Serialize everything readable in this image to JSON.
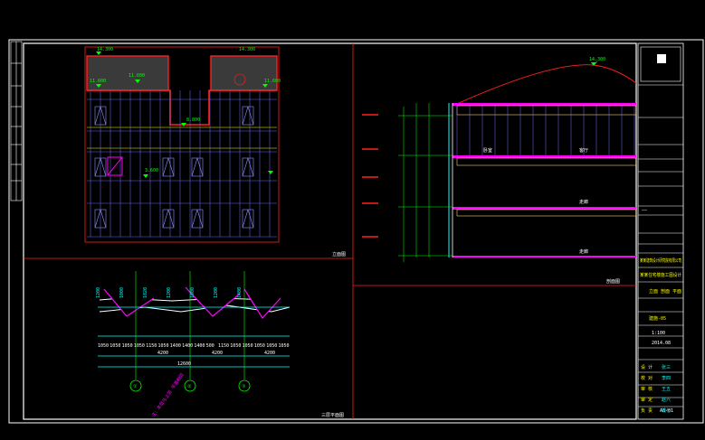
{
  "drawing": {
    "label_elevation": "立面图",
    "label_section": "剖面图",
    "label_plan": "三层平面图",
    "elev_marks": [
      "14.300",
      "11.600",
      "11.600",
      "11.600",
      "8.800",
      "14.300",
      "3.600"
    ],
    "section_marks": [
      "14.300"
    ],
    "room_labels": [
      "卧室",
      "客厅",
      "走廊",
      "走廊"
    ],
    "plan_dims_top": [
      "1200",
      "1000",
      "1820",
      "1200",
      "1000",
      "1200",
      "1400"
    ],
    "plan_dims_bottom": [
      "1050",
      "1050",
      "1050",
      "1050",
      "1150",
      "1050",
      "1400",
      "1400",
      "1400",
      "500",
      "1150",
      "1050",
      "1050",
      "1050",
      "1050",
      "1050"
    ],
    "plan_dims_total": [
      "4200",
      "4200",
      "4200"
    ],
    "plan_dim_overall": "12600",
    "plan_grid": [
      "①",
      "②",
      "③"
    ],
    "plan_note": "注：本层与上层\n平面相同"
  },
  "title_block": {
    "row1": "——",
    "row2": "某某建筑设计研究院有限公司",
    "row3": "某某住宅楼施工图设计",
    "row4": "立面 剖面 平面",
    "row5": "建施-05",
    "dwg_no": "A3-01",
    "scale": "1:100",
    "date": "2014.08",
    "roles": [
      "设 计",
      "校 对",
      "审 核",
      "审 定",
      "负 责"
    ],
    "sig": [
      "张三",
      "李四",
      "王五",
      "赵六",
      "钱七"
    ]
  },
  "colors": {
    "bg": "#000000",
    "frame": "#ffffff",
    "red": "#ff2020",
    "cyan": "#00ffff",
    "green": "#00ff00",
    "magenta": "#ff00ff",
    "yellow": "#ffff00",
    "blue": "#5050ff"
  }
}
